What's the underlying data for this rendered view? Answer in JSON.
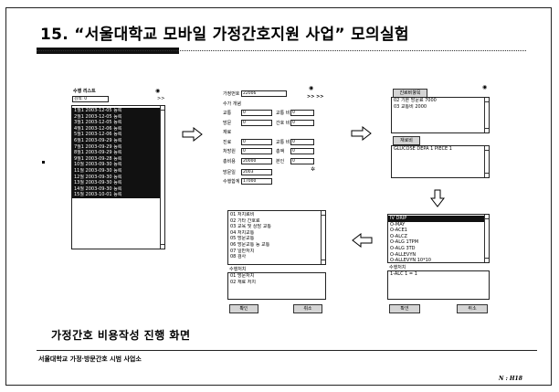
{
  "slide": {
    "title": "15. “서울대학교 모바일 가정간호지원 사업” 모의실험",
    "caption": "가정간호 비용작성 진행 화면",
    "footer": "서울대학교 가정·방문간호 시범 사업소",
    "page_number": "N : H18"
  },
  "screen1": {
    "header": "수행 리스트",
    "search_value": "검색: 0",
    "nav": ">>",
    "rows": [
      "1월1 2003-12-05 등록",
      "2월1 2003-12-05 등록",
      "3월1 2003-12-05 등록",
      "4월1 2003-12-06 등록",
      "5월1 2003-12-06 등록",
      "6월1 2003-09-29 등록",
      "7월1 2003-09-29 등록",
      "8월1 2003-09-29 등록",
      "9월1 2003-09-28 등록",
      "10월 2003-09-30 등록",
      "11월 2003-09-30 등록",
      "12월 2003-09-30 등록",
      "13월 2003-09-30 등록",
      "14월 2003-09-30 등록",
      "15월 2003-10-01 등록"
    ]
  },
  "screen2": {
    "nav": ">> >>",
    "rows": [
      {
        "label": "가정번호",
        "value": "22006"
      },
      {
        "label": "수가 개념",
        "value": ""
      },
      {
        "label": "교통",
        "value": "0",
        "label2": "교통 비",
        "value2": "0"
      },
      {
        "label": "방문",
        "value": "0",
        "label2": "간호 비",
        "value2": "0"
      },
      {
        "label": "재료",
        "value": ""
      },
      {
        "label": "진료",
        "value": "0",
        "label2": "교통 비",
        "value2": "0"
      },
      {
        "label": "처방원",
        "value": "0",
        "label2": "총액",
        "value2": "0"
      },
      {
        "label": "총비용",
        "value": "20000",
        "label2": "본인",
        "value2": "0"
      }
    ],
    "date_label": "방문일",
    "date_value": "2003",
    "total_label": "수행합계",
    "total_value": "17000"
  },
  "screen3": {
    "tab_label": "진료비항목",
    "item1": "02 기본 방문료 7000",
    "item2": "03 교통비 2000",
    "tab2_label": "재료비",
    "item3": "GLUCOSE DEPA 1 PIECE 1"
  },
  "screen4": {
    "items": [
      "IV DRIP",
      "O-MAY",
      "O-ACE1",
      "O-ALCZ",
      "O-ALG 1TPM",
      "O-ALG 3TD",
      "O-ALLEVYN",
      "O-ALLEVYN 10*10"
    ],
    "detail_label": "수행처치",
    "detail_value": "1-ALC 1 = 1",
    "btn_ok": "확인",
    "btn_cancel": "취소"
  },
  "screen5": {
    "items": [
      "01 처치료비",
      "02 기타 간호료",
      "03 교육 및 상담 교통",
      "04 처치교통",
      "05 방문교통",
      "06 방문교통 등 교통",
      "07 일반처치",
      "08 검사"
    ],
    "detail_label": "수행처치",
    "detail_items": [
      "01 방문처치",
      "02 재료 처치"
    ],
    "btn_ok": "확인",
    "btn_cancel": "취소"
  }
}
